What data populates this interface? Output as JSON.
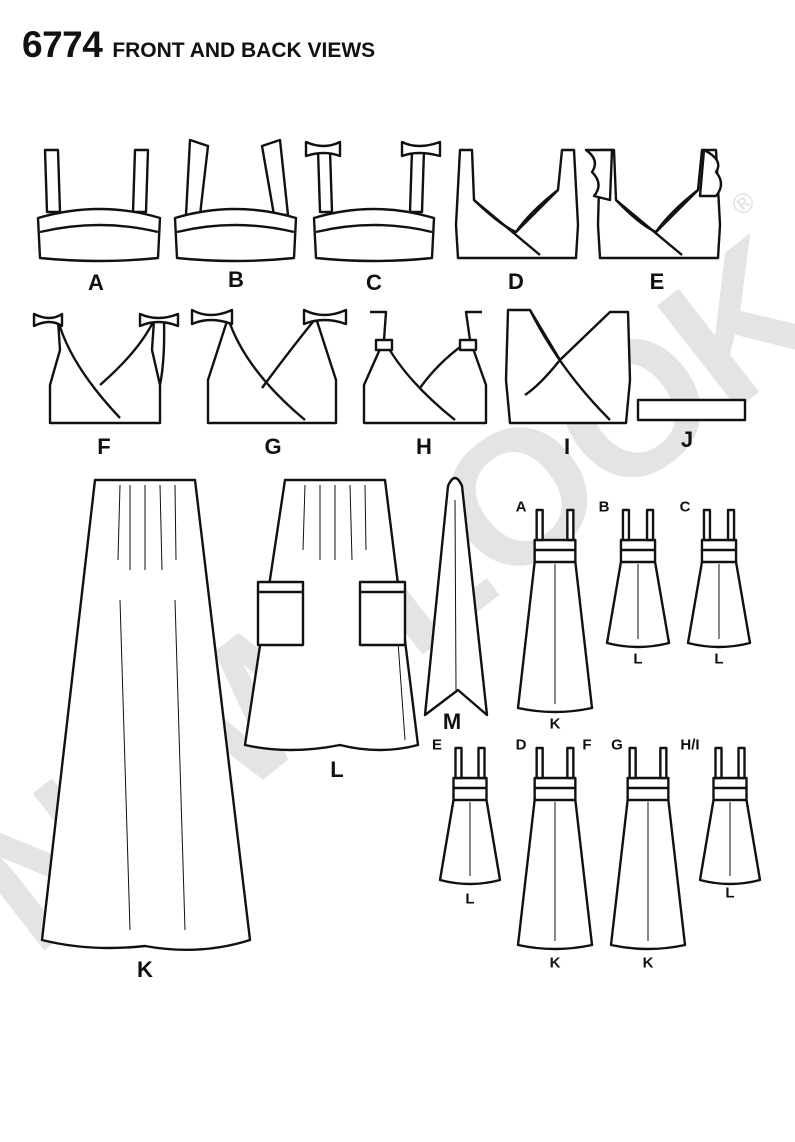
{
  "header": {
    "pattern_number": "6774",
    "title": "FRONT AND BACK VIEWS"
  },
  "watermark": {
    "text": "NEW LOOK",
    "mark": "®",
    "color": "#e4e4e4"
  },
  "views": {
    "A": "A",
    "B": "B",
    "C": "C",
    "D": "D",
    "E": "E",
    "F": "F",
    "G": "G",
    "H": "H",
    "I": "I",
    "J": "J",
    "K": "K",
    "L": "L",
    "M": "M"
  },
  "dress_labels": {
    "d1_top": "A",
    "d1_bottom": "K",
    "d2_top": "B",
    "d2_bottom": "L",
    "d3_top": "C",
    "d3_bottom": "L",
    "d4_top": "E",
    "d4_bottom": "L",
    "d5_top_left": "D",
    "d5_top_right": "F",
    "d5_bottom": "K",
    "d6_top": "G",
    "d6_bottom": "K",
    "d7_top": "H/I",
    "d7_bottom": "L"
  }
}
